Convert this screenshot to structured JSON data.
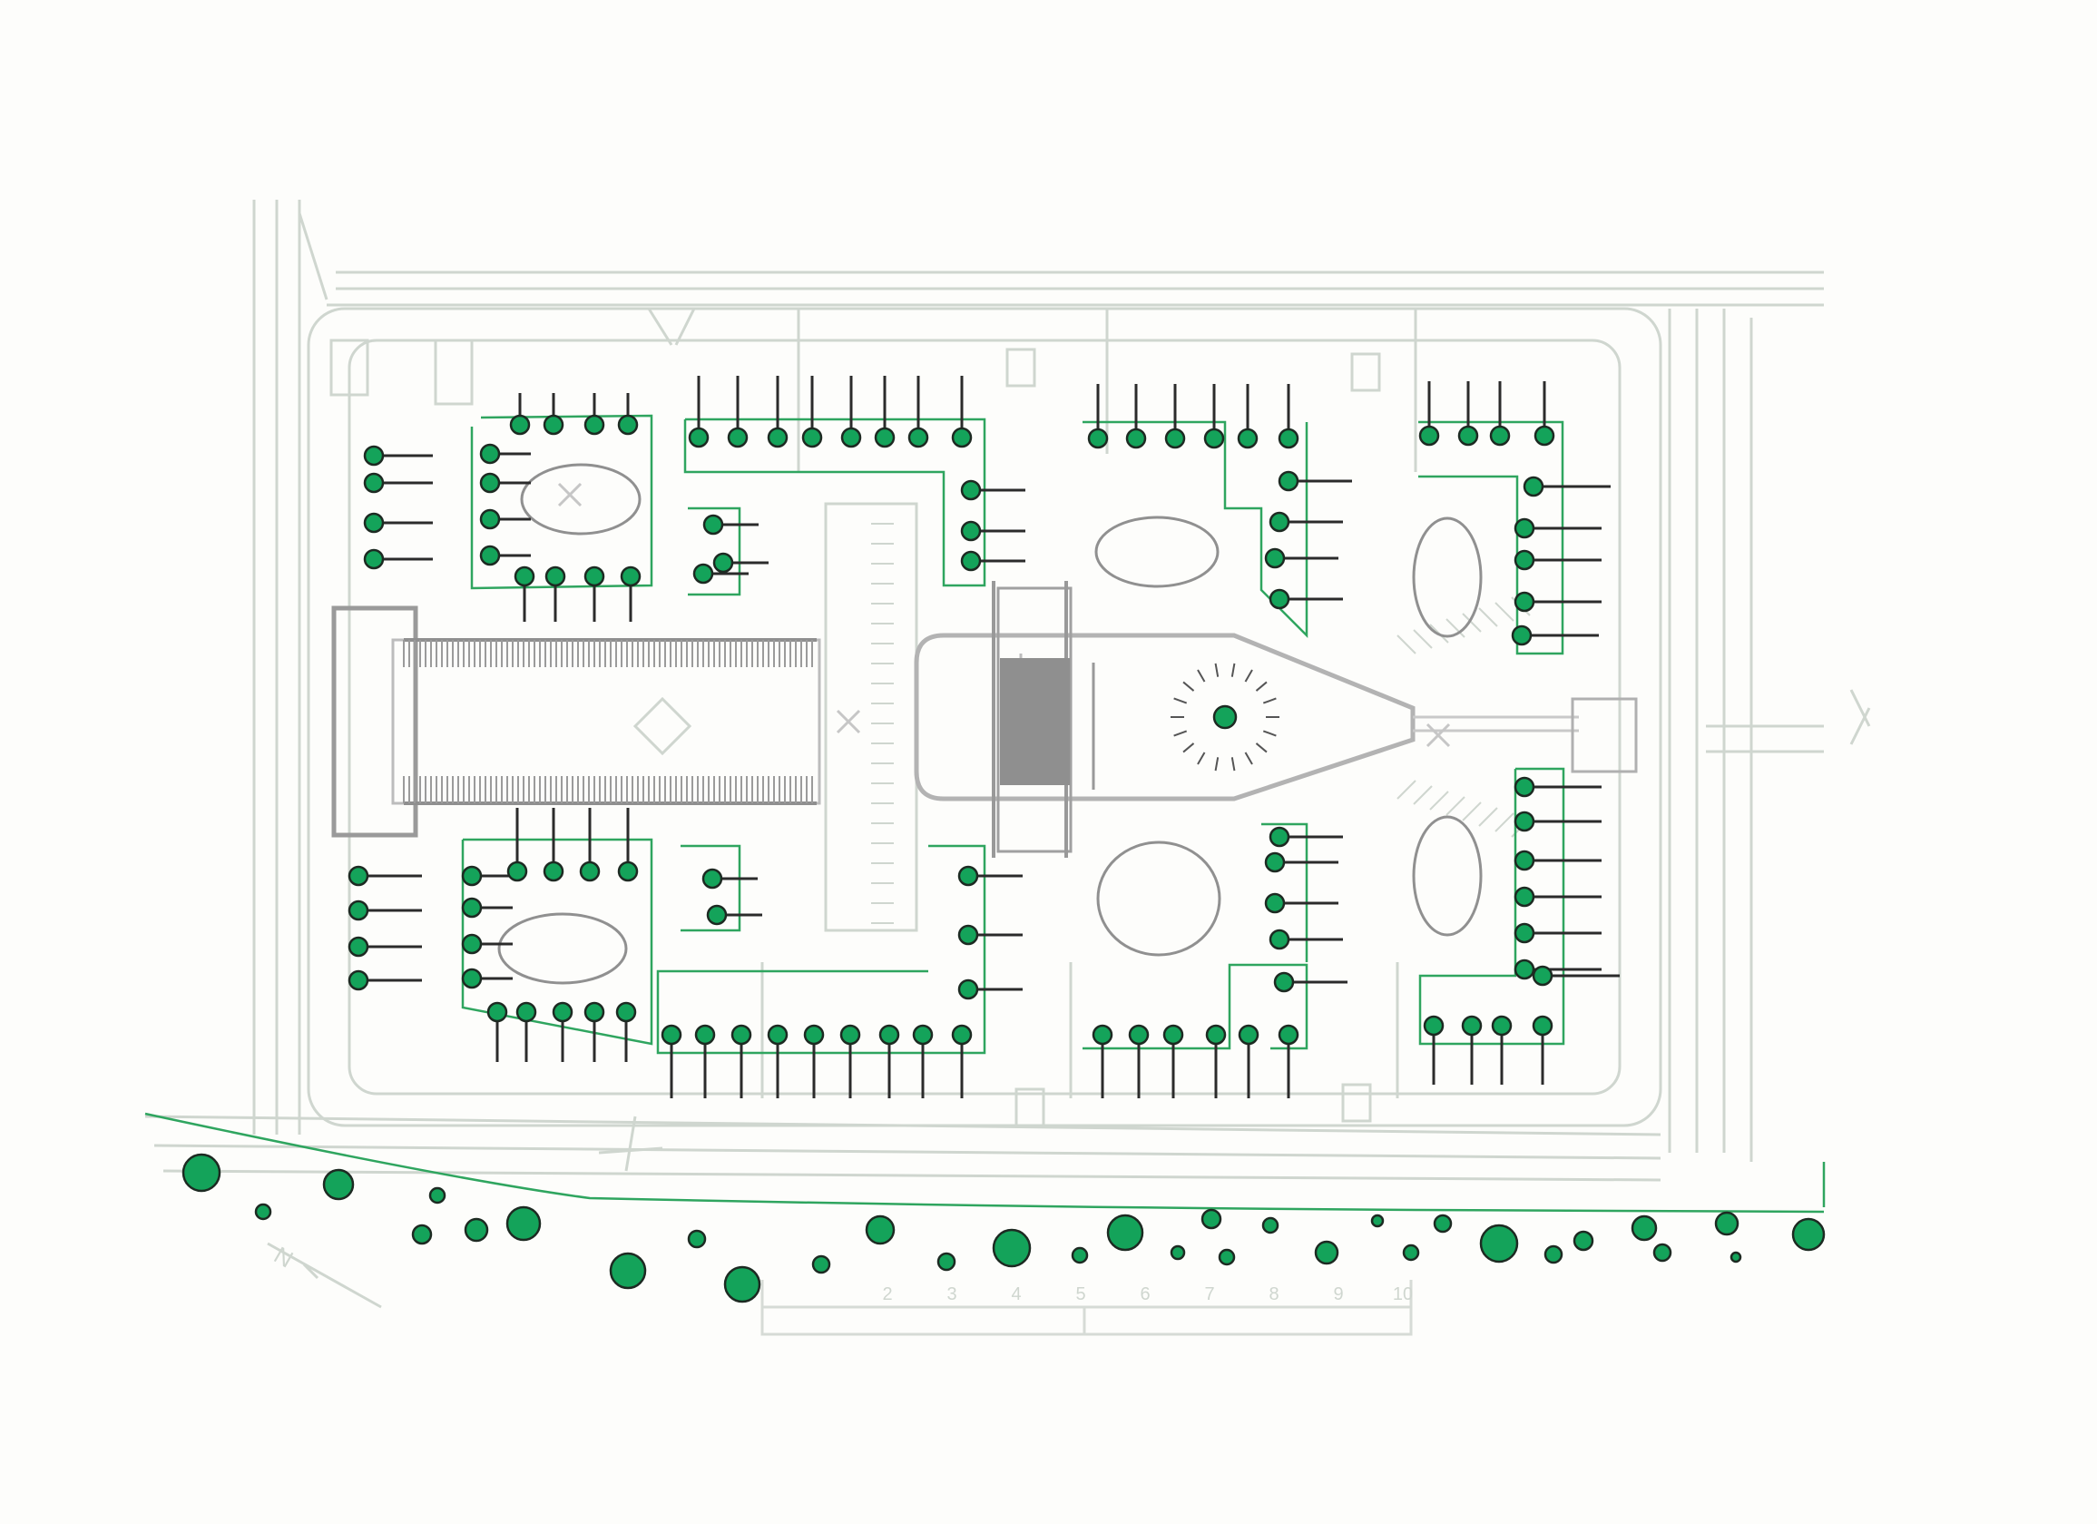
{
  "scale_bar": {
    "labels": [
      "2",
      "3",
      "4",
      "5",
      "6",
      "7",
      "8",
      "9",
      "10"
    ]
  },
  "north_arrow": {
    "label": "N"
  },
  "colors": {
    "paper": "#fdfdfb",
    "trace_line": "#cfd6cf",
    "trace_line_dark": "#b9c1b9",
    "pencil_gray": "#9c9c9c",
    "dark_block": "#8f8f8f",
    "tree_fill": "#14a35a",
    "tree_outline": "#1d2a22",
    "green_line": "#2fa55f",
    "stem": "#222222"
  }
}
